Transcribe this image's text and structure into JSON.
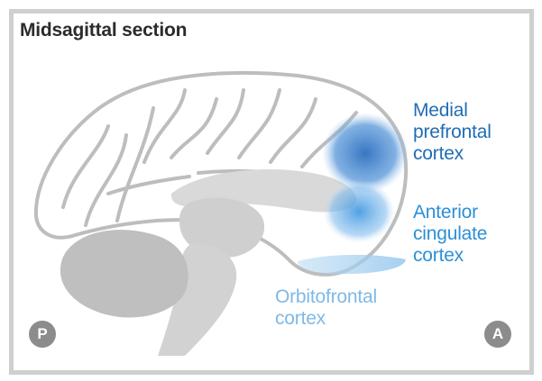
{
  "title": "Midsagittal section",
  "labels": {
    "medial_prefrontal": [
      "Medial",
      "prefrontal",
      "cortex"
    ],
    "anterior_cingulate": [
      "Anterior",
      "cingulate",
      "cortex"
    ],
    "orbitofrontal": [
      "Orbitofrontal",
      "cortex"
    ]
  },
  "badges": {
    "posterior": "P",
    "anterior": "A"
  },
  "colors": {
    "medial_prefrontal": "#1f6db3",
    "anterior_cingulate": "#2d8fd6",
    "orbitofrontal": "#7fb9e6",
    "badge": "#8c8c8c",
    "frame": "#cfcfcf"
  }
}
